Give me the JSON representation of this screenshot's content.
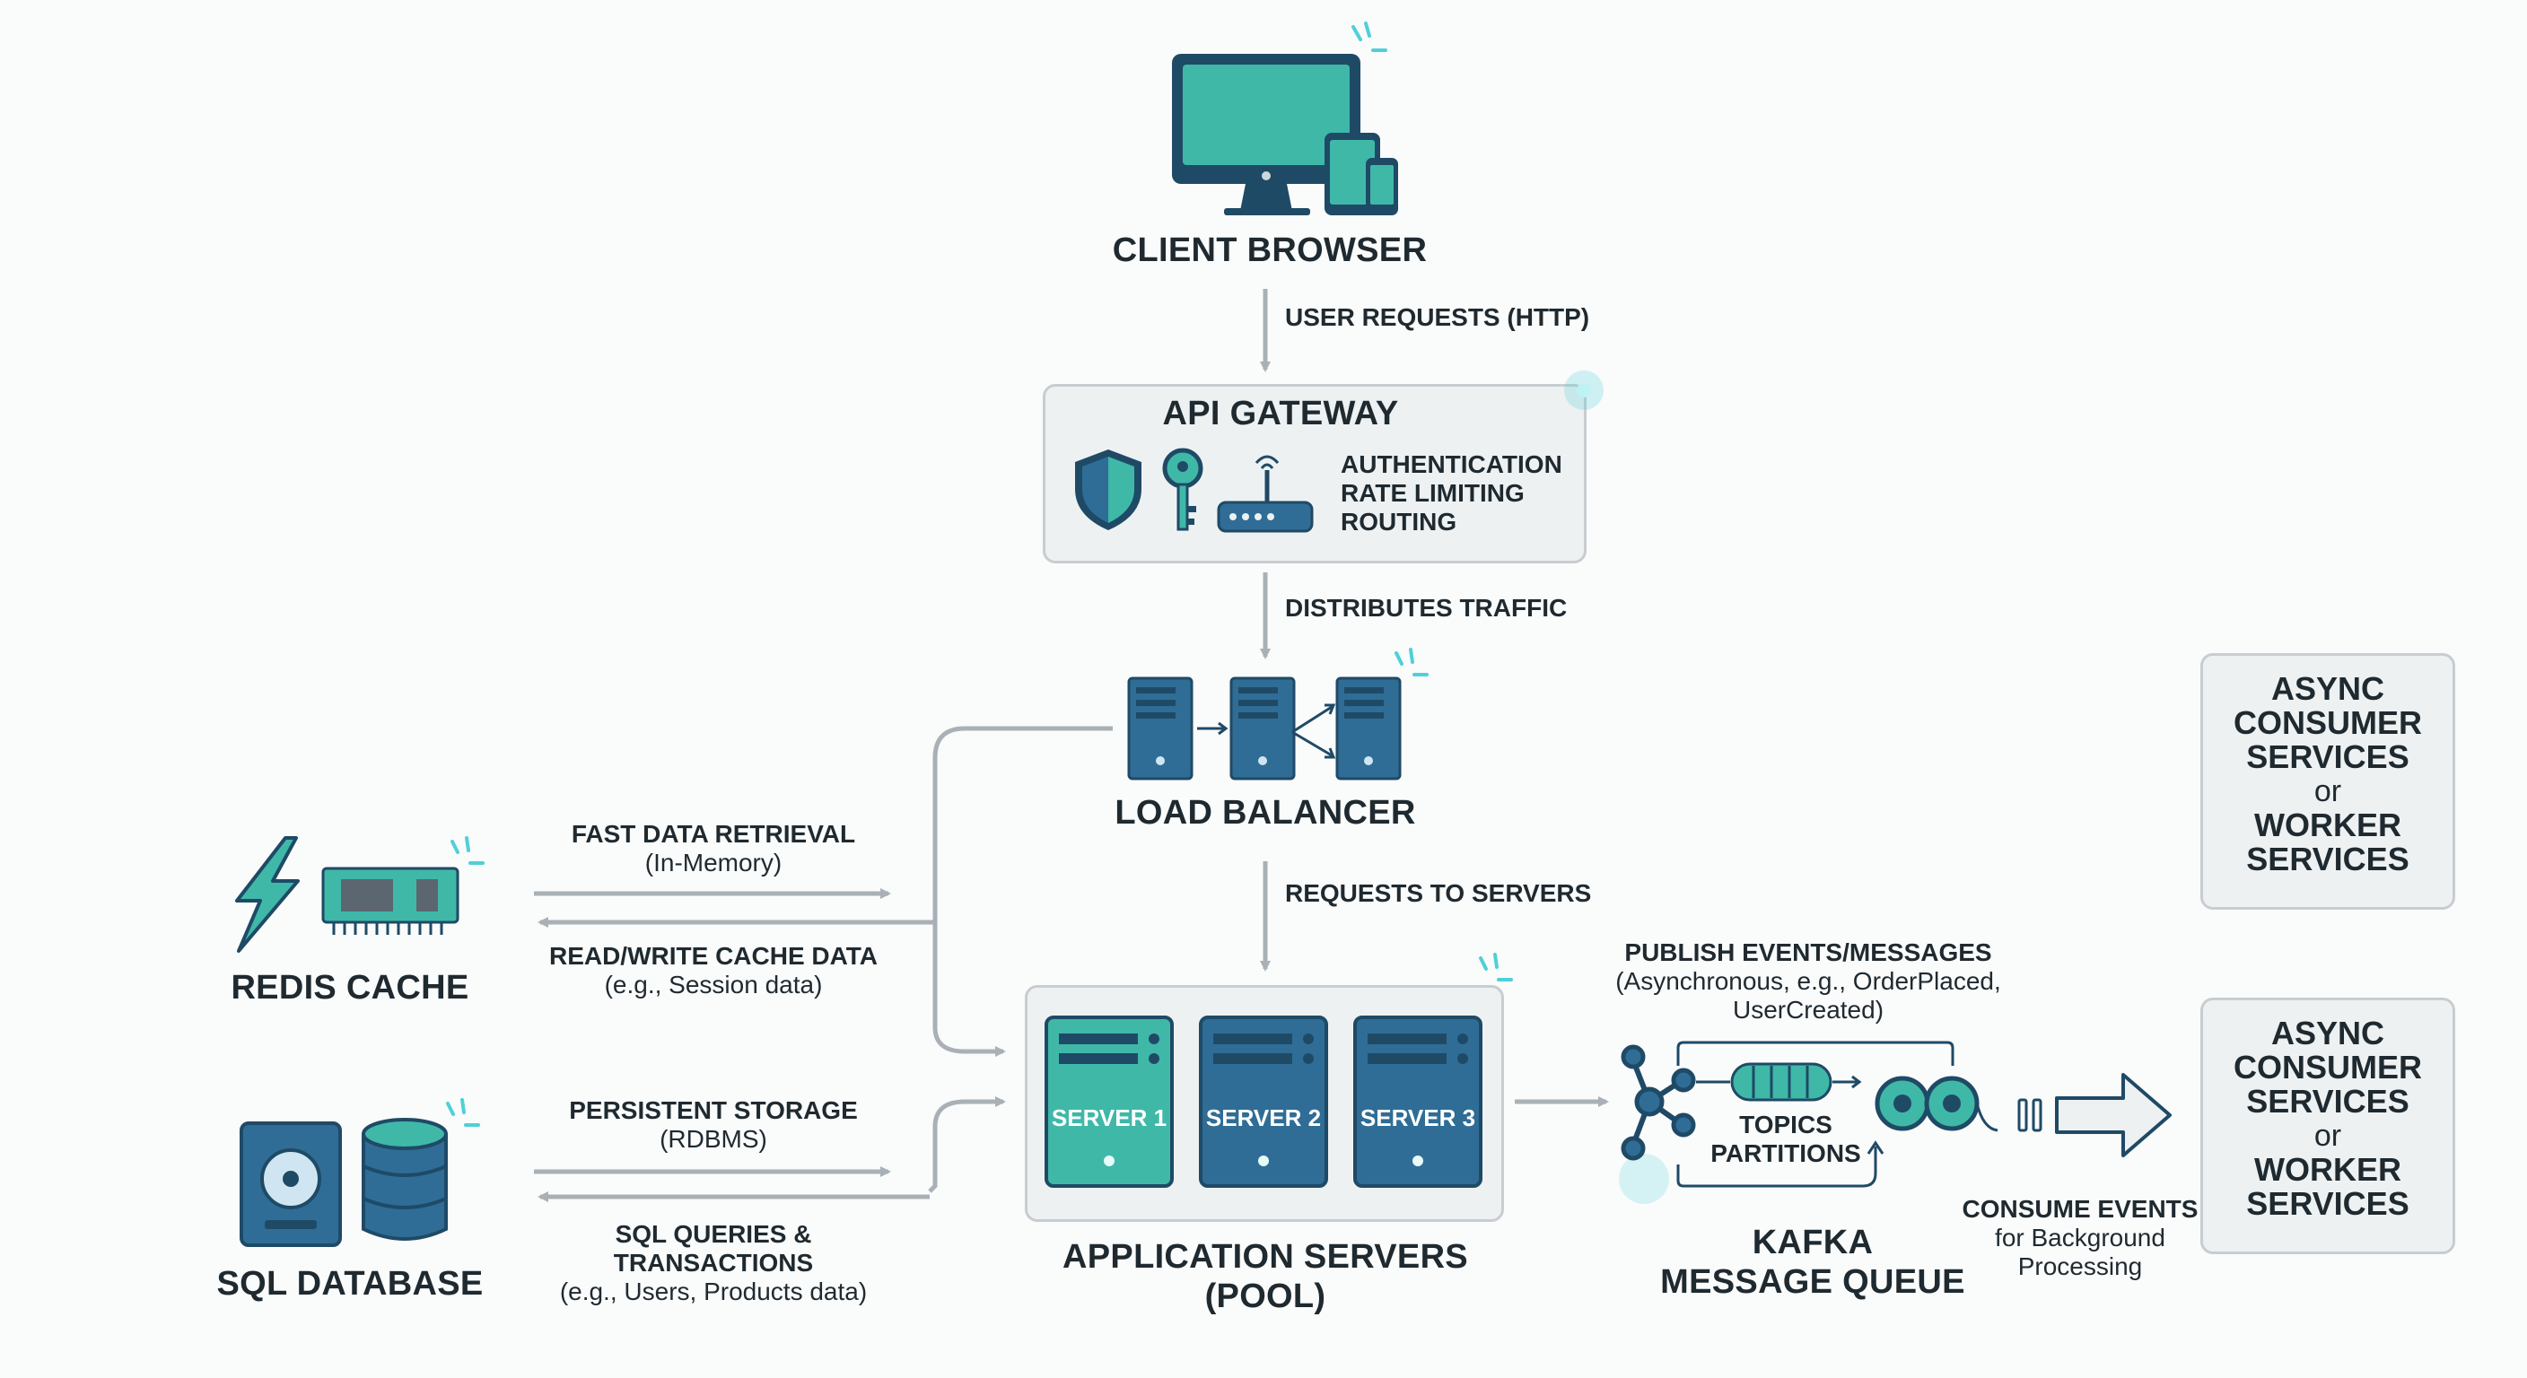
{
  "client": {
    "title": "CLIENT BROWSER"
  },
  "flows": {
    "user_requests": "USER REQUESTS (HTTP)",
    "distributes": "DISTRIBUTES TRAFFIC",
    "requests_to_servers": "REQUESTS TO SERVERS",
    "fast_retrieval": "FAST DATA RETRIEVAL",
    "fast_retrieval_sub": "(In-Memory)",
    "read_write": "READ/WRITE CACHE DATA",
    "read_write_sub": "(e.g., Session data)",
    "persistent": "PERSISTENT STORAGE",
    "persistent_sub": "(RDBMS)",
    "sql_queries_1": "SQL QUERIES &",
    "sql_queries_2": "TRANSACTIONS",
    "sql_queries_sub": "(e.g., Users, Products data)",
    "publish": "PUBLISH EVENTS/MESSAGES",
    "publish_sub_1": "(Asynchronous, e.g., OrderPlaced,",
    "publish_sub_2": "UserCreated)",
    "consume": "CONSUME EVENTS",
    "consume_sub_1": "for Background",
    "consume_sub_2": "Processing"
  },
  "gateway": {
    "title": "API GATEWAY",
    "features": [
      "AUTHENTICATION",
      "RATE LIMITING",
      "ROUTING"
    ]
  },
  "load_balancer": {
    "title": "LOAD BALANCER"
  },
  "redis": {
    "title": "REDIS CACHE"
  },
  "sql": {
    "title": "SQL DATABASE"
  },
  "app_servers": {
    "title_1": "APPLICATION SERVERS",
    "title_2": "(POOL)",
    "servers": [
      "SERVER 1",
      "SERVER 2",
      "SERVER 3"
    ]
  },
  "kafka": {
    "title_1": "KAFKA",
    "title_2": "MESSAGE QUEUE",
    "topics": "TOPICS",
    "partitions": "PARTITIONS"
  },
  "async_boxes": [
    {
      "l1": "ASYNC",
      "l2": "CONSUMER",
      "l3": "SERVICES",
      "or": "or",
      "l4": "WORKER",
      "l5": "SERVICES"
    },
    {
      "l1": "ASYNC",
      "l2": "CONSUMER",
      "l3": "SERVICES",
      "or": "or",
      "l4": "WORKER",
      "l5": "SERVICES"
    }
  ],
  "colors": {
    "teal": "#3fb8a8",
    "blue": "#2f6d96",
    "dark": "#1f4a66",
    "arrow": "#a9b1b6",
    "glow": "#4fd0d8"
  }
}
